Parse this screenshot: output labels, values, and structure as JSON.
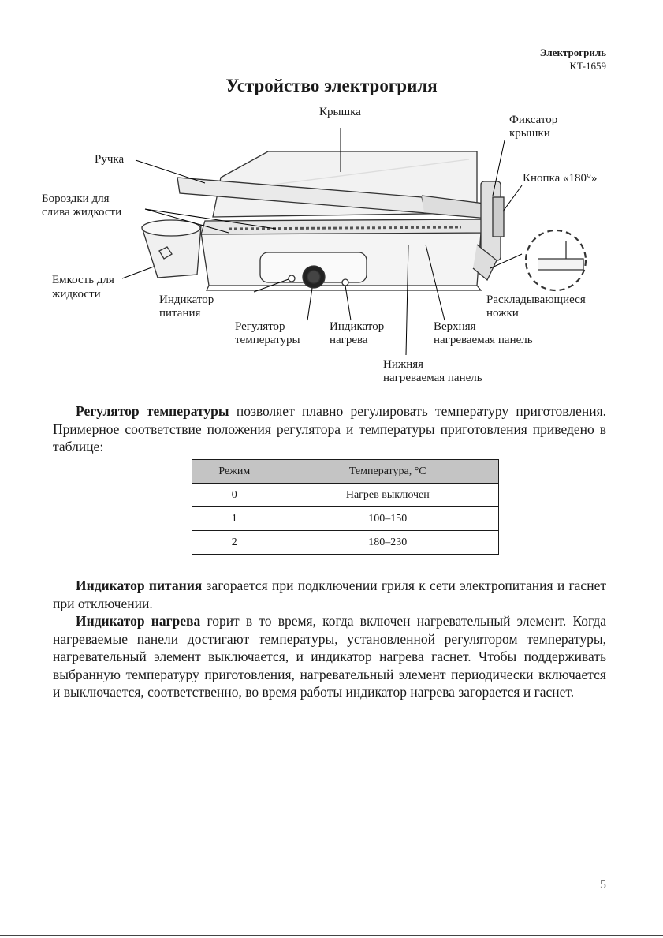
{
  "header": {
    "product": "Электрогриль",
    "model": "KT-1659"
  },
  "title": "Устройство электрогриля",
  "diagram": {
    "labels": {
      "lid": "Крышка",
      "lid_lock_1": "Фиксатор",
      "lid_lock_2": "крышки",
      "handle": "Ручка",
      "button_180": "Кнопка «180°»",
      "grooves_1": "Бороздки для",
      "grooves_2": "слива жидкости",
      "container_1": "Емкость для",
      "container_2": "жидкости",
      "power_ind_1": "Индикатор",
      "power_ind_2": "питания",
      "thermostat_1": "Регулятор",
      "thermostat_2": "температуры",
      "heat_ind_1": "Индикатор",
      "heat_ind_2": "нагрева",
      "upper_panel_1": "Верхняя",
      "upper_panel_2": "нагреваемая панель",
      "lower_panel_1": "Нижняя",
      "lower_panel_2": "нагреваемая панель",
      "legs_1": "Раскладывающиеся",
      "legs_2": "ножки"
    }
  },
  "intro": {
    "bold": "Регулятор температуры",
    "text": " позволяет плавно регулировать температуру приго­товления. Примерное соответствие положения регулятора и температуры приго­товления приведено в таблице:"
  },
  "table": {
    "headers": [
      "Режим",
      "Температура, °C"
    ],
    "rows": [
      [
        "0",
        "Нагрев выключен"
      ],
      [
        "1",
        "100–150"
      ],
      [
        "2",
        "180–230"
      ]
    ]
  },
  "power_indicator": {
    "bold": "Индикатор питания",
    "text": " загорается при подключении гриля к сети электропита­ния и гаснет при отключении."
  },
  "heat_indicator": {
    "bold": "Индикатор нагрева",
    "text": " горит в то время, когда включен нагревательный элемент. Когда нагреваемые панели достигают температуры, установленной регулятором температуры, нагревательный элемент выключается, и индикатор нагрева гаснет. Чтобы поддерживать выбранную температуру приготовления, нагревательный эле­мент периодически включается и выключается, соответственно, во время работы индикатор нагрева загорается и гаснет."
  },
  "page_number": "5"
}
